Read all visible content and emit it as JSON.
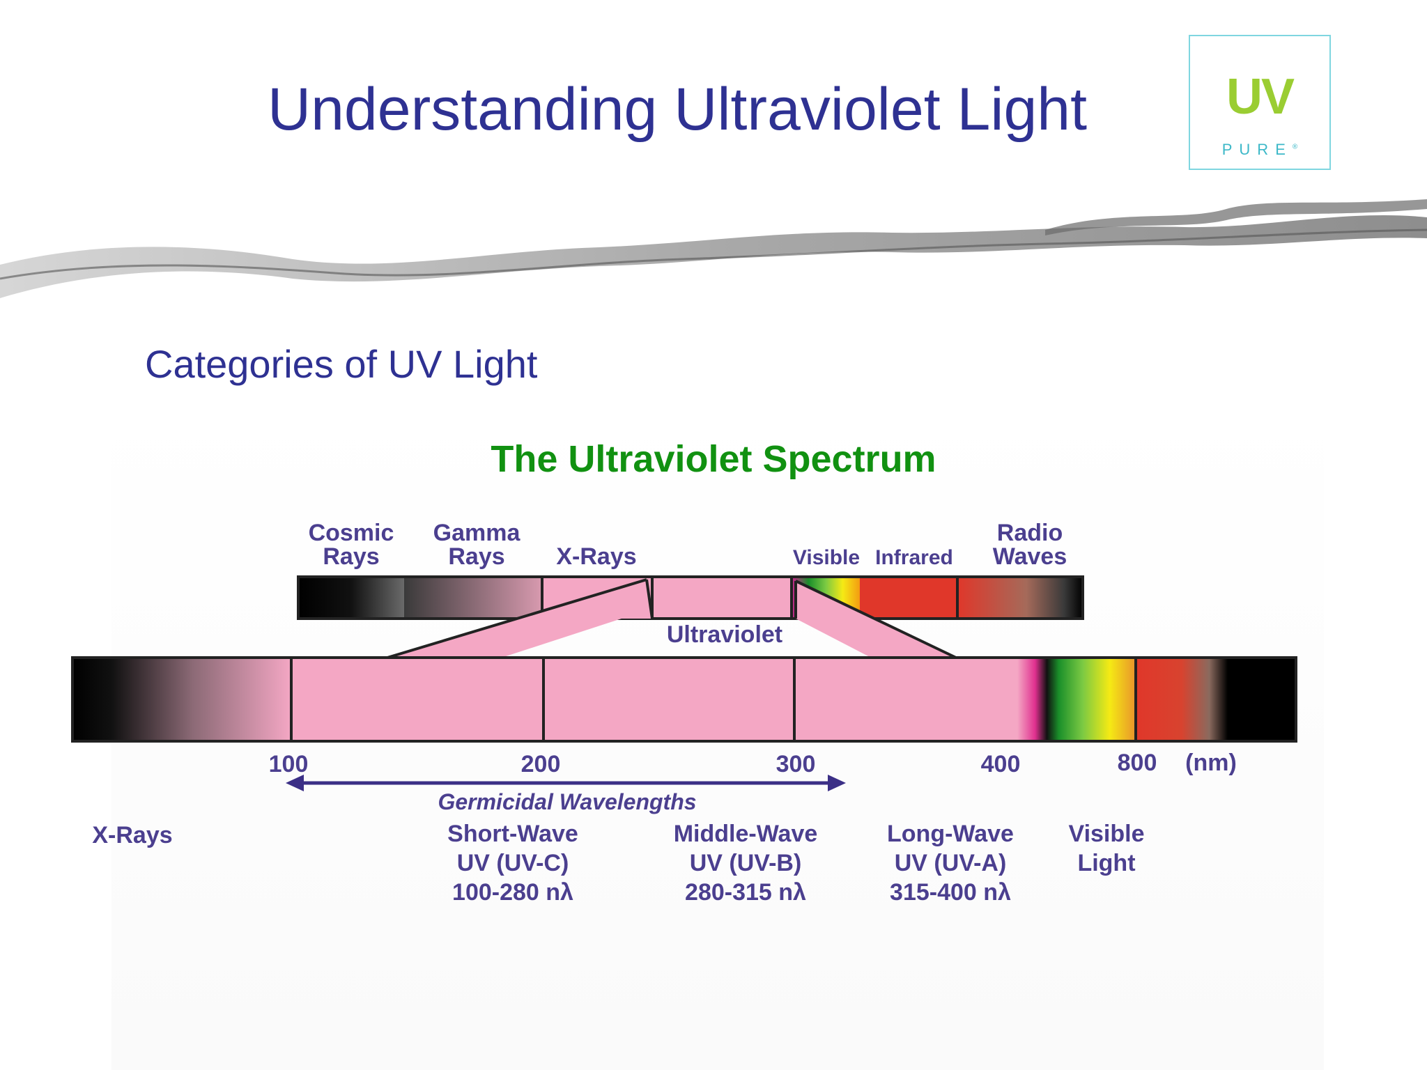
{
  "slide": {
    "title": "Understanding Ultraviolet Light",
    "subtitle": "Categories of UV Light"
  },
  "logo": {
    "top": "UV",
    "bottom": "PURE",
    "reg": "®"
  },
  "diagram": {
    "title": "The Ultraviolet Spectrum",
    "top_bar_labels": {
      "cosmic_1": "Cosmic",
      "cosmic_2": "Rays",
      "gamma_1": "Gamma",
      "gamma_2": "Rays",
      "xrays": "X-Rays",
      "visible": "Visible",
      "infrared": "Infrared",
      "radio_1": "Radio",
      "radio_2": "Waves"
    },
    "ultraviolet_label": "Ultraviolet",
    "ticks": [
      "100",
      "200",
      "300",
      "400",
      "800",
      "(nm)"
    ],
    "germicidal_label": "Germicidal Wavelengths",
    "categories": {
      "xrays": "X-Rays",
      "uvc_1": "Short-Wave",
      "uvc_2": "UV (UV-C)",
      "uvc_3": "100-280 nλ",
      "uvb_1": "Middle-Wave",
      "uvb_2": "UV (UV-B)",
      "uvb_3": "280-315 nλ",
      "uva_1": "Long-Wave",
      "uva_2": "UV (UV-A)",
      "uva_3": "315-400 nλ",
      "visible_1": "Visible",
      "visible_2": "Light"
    },
    "colors": {
      "title_blue": "#2e3192",
      "green": "#119111",
      "uv_pink": "#f4a7c4",
      "label_purple": "#4b3f8f",
      "infrared_red": "#e0372a"
    }
  }
}
